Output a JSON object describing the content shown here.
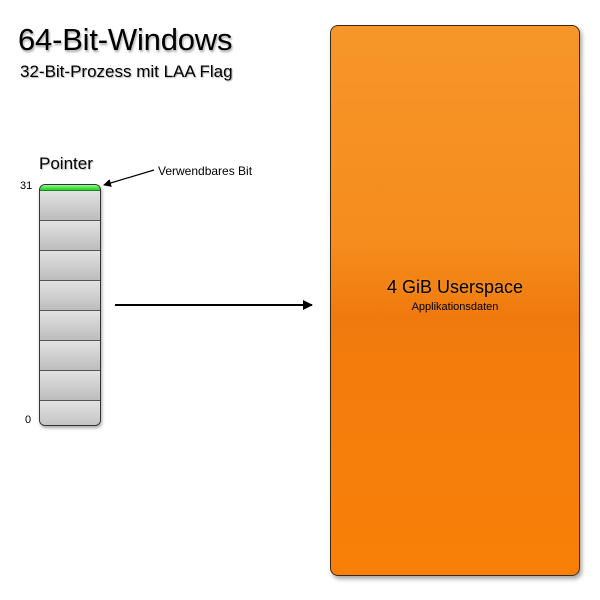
{
  "header": {
    "title": "64-Bit-Windows",
    "subtitle": "32-Bit-Prozess mit LAA Flag"
  },
  "pointer": {
    "label": "Pointer",
    "bit_high": "31",
    "bit_low": "0",
    "usable_bit_label": "Verwendbares Bit",
    "segment_count": 8
  },
  "userspace": {
    "title": "4 GiB Userspace",
    "subtitle": "Applikationsdaten"
  },
  "colors": {
    "usable_bit": "#2ecc2e",
    "userspace_orange": "#f58a14",
    "pointer_gray": "#c8c8c8"
  }
}
